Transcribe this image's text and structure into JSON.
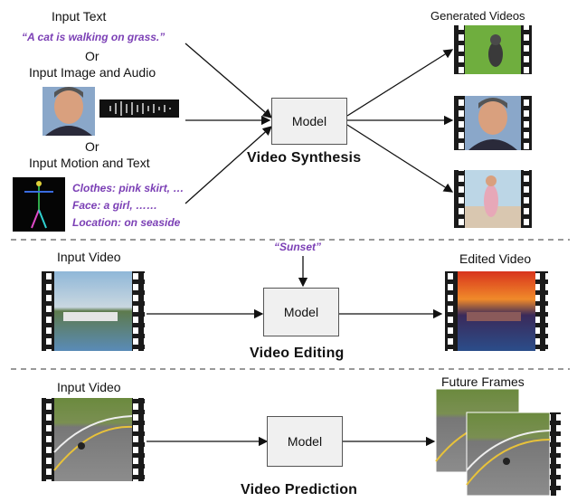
{
  "synthesis": {
    "input_text_label": "Input Text",
    "input_text_prompt": "“A cat is walking on grass.”",
    "or_1": "Or",
    "input_image_audio_label": "Input Image and Audio",
    "or_2": "Or",
    "input_motion_text_label": "Input Motion and Text",
    "motion_prompts": [
      "Clothes: pink skirt, …",
      "Face: a girl, ……",
      "Location: on seaside"
    ],
    "model_label": "Model",
    "section_title": "Video Synthesis",
    "output_label": "Generated Videos"
  },
  "editing": {
    "input_label": "Input Video",
    "prompt": "“Sunset”",
    "model_label": "Model",
    "section_title": "Video Editing",
    "output_label": "Edited Video"
  },
  "prediction": {
    "input_label": "Input Video",
    "model_label": "Model",
    "section_title": "Video Prediction",
    "output_label": "Future Frames"
  },
  "colors": {
    "prompt_purple": "#7b3fb5",
    "divider": "#999999",
    "film": "#1a1a1a"
  }
}
